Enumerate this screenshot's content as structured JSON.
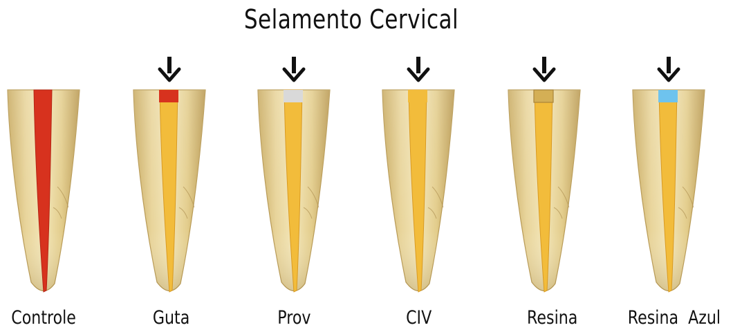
{
  "title": "Selamento Cervical",
  "colors": {
    "enamel_light": "#F3E6B8",
    "enamel_mid": "#E3CD8C",
    "enamel_dark": "#C8AA60",
    "canal_red": "#D7321E",
    "guta_yellow": "#F2BC3B",
    "arrow": "#111111"
  },
  "teeth": [
    {
      "label": "Controle",
      "arrow": false,
      "seal": "canal-full-red",
      "seal_color": "#D7321E"
    },
    {
      "label": "Guta",
      "arrow": true,
      "seal": "red",
      "seal_color": "#D7321E"
    },
    {
      "label": "Prov",
      "arrow": true,
      "seal": "gray",
      "seal_color": "#D9D9D9"
    },
    {
      "label": "CIV",
      "arrow": true,
      "seal": "yellow",
      "seal_color": "#F2BC3B"
    },
    {
      "label": "Resina",
      "arrow": true,
      "seal": "tan",
      "seal_color": "#D4AF55"
    },
    {
      "label": "Resina  Azul",
      "arrow": true,
      "seal": "blue",
      "seal_color": "#6EC3EE"
    }
  ]
}
